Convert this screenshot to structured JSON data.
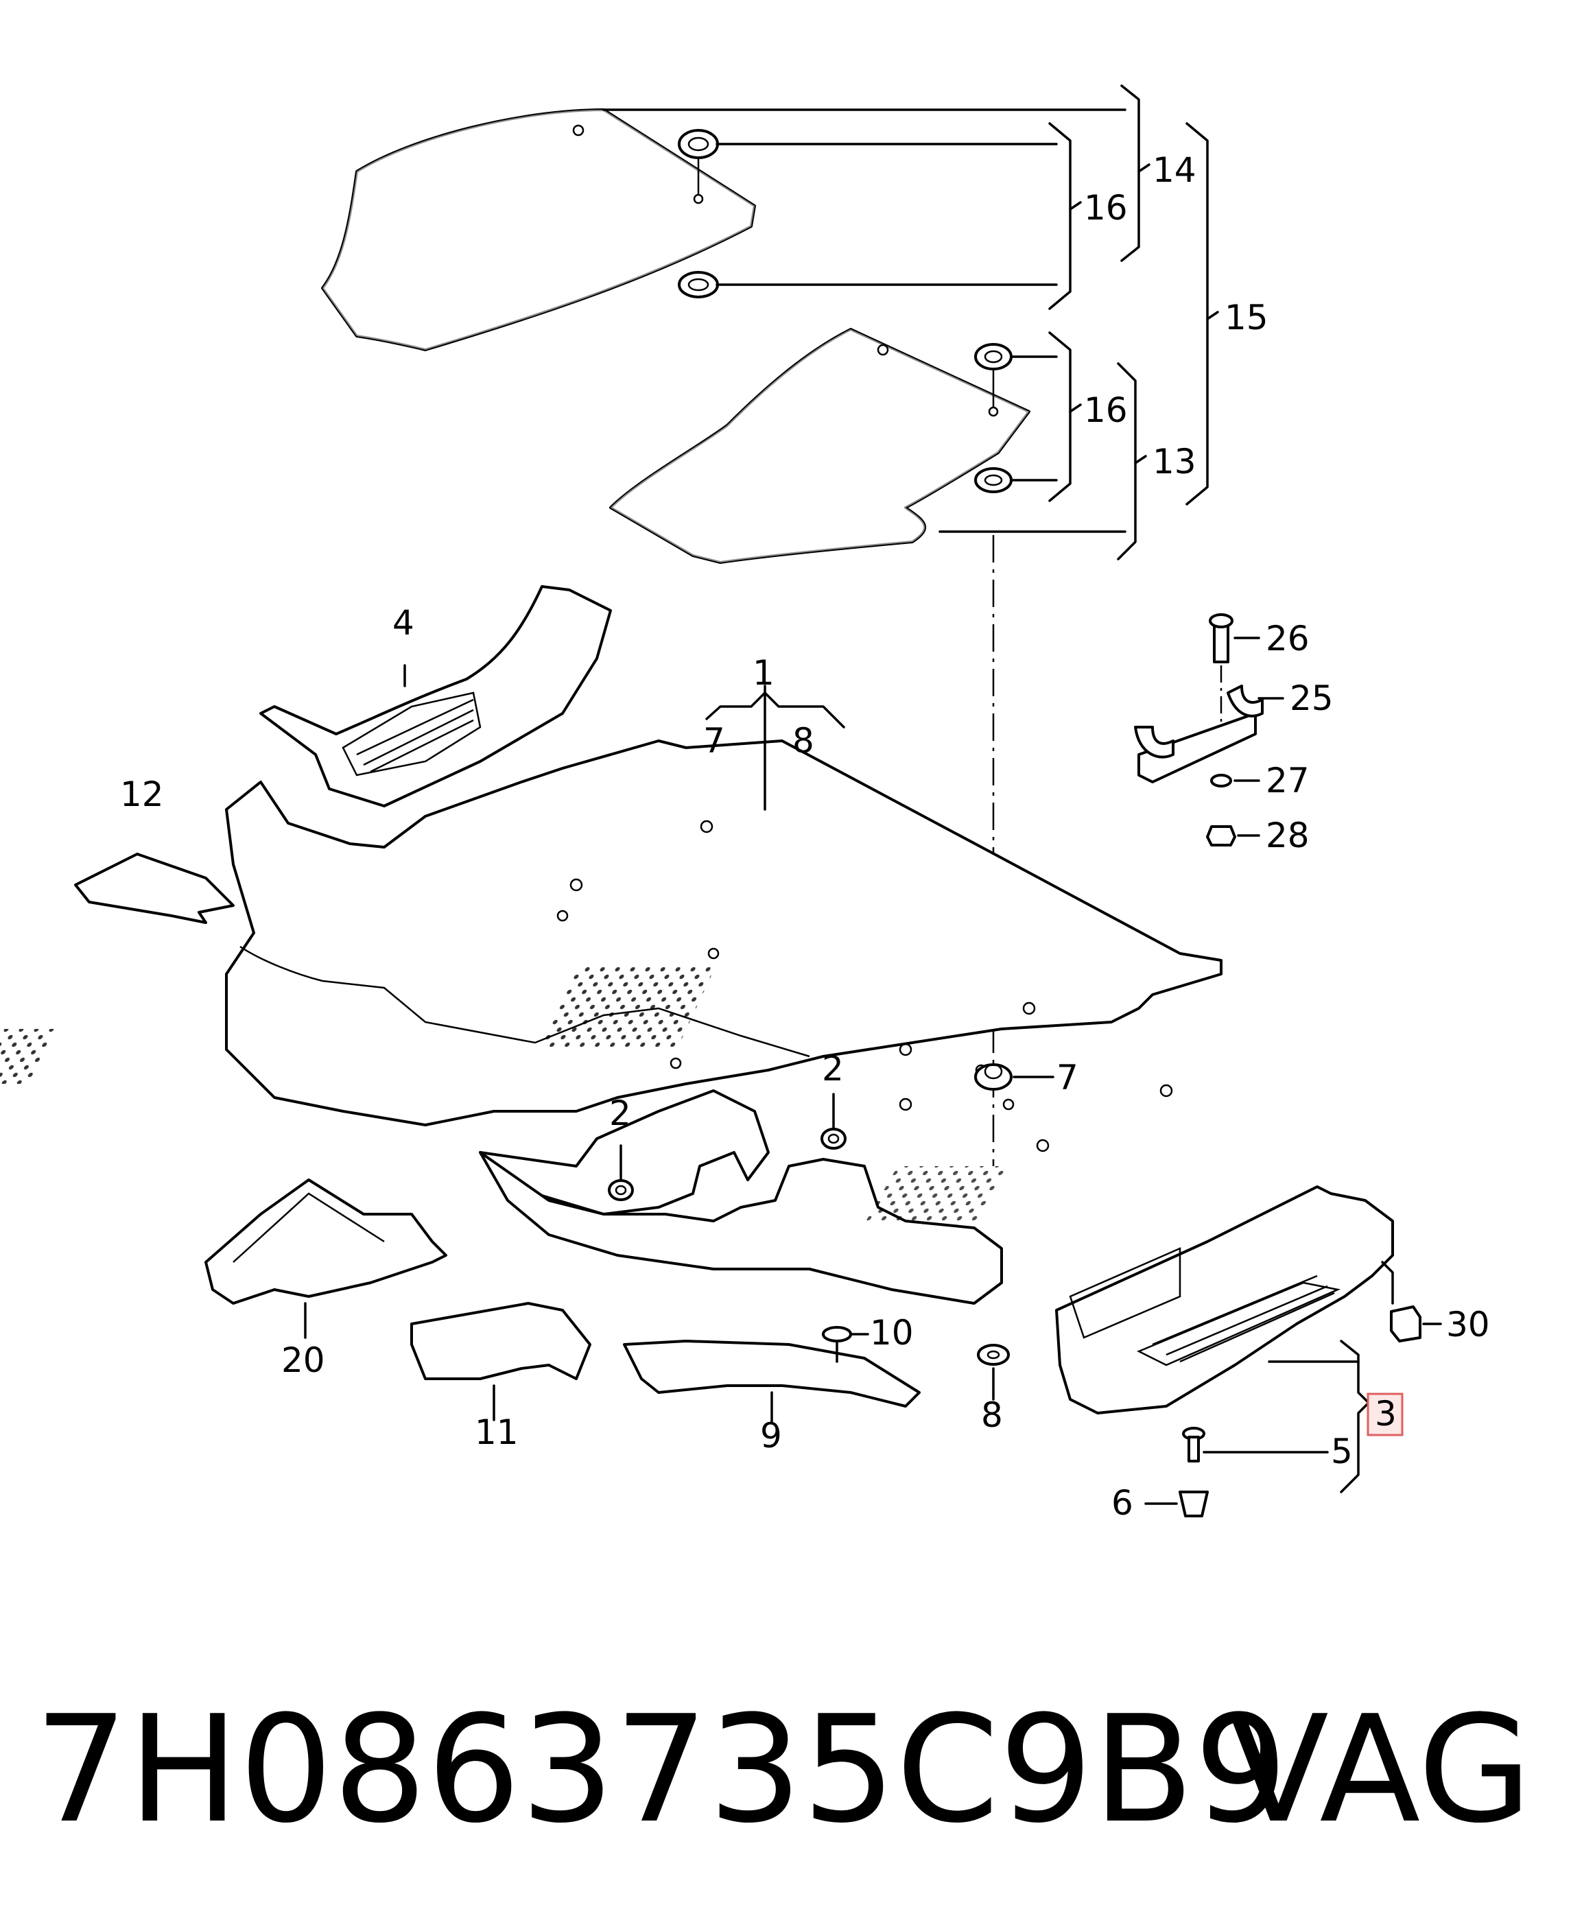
{
  "callouts": [
    "1",
    "2",
    "2",
    "3",
    "4",
    "5",
    "6",
    "7",
    "7",
    "8",
    "8",
    "9",
    "10",
    "11",
    "12",
    "13",
    "14",
    "15",
    "16",
    "16",
    "20",
    "25",
    "26",
    "27",
    "28",
    "30"
  ],
  "highlighted_callout": "3",
  "footer": {
    "part_number": "7H0863735C9B9",
    "brand": "VAG"
  },
  "colors": {
    "line": "#000000",
    "background": "#ffffff",
    "highlight_border": "#e06060",
    "highlight_fill": "#fde8e8"
  }
}
